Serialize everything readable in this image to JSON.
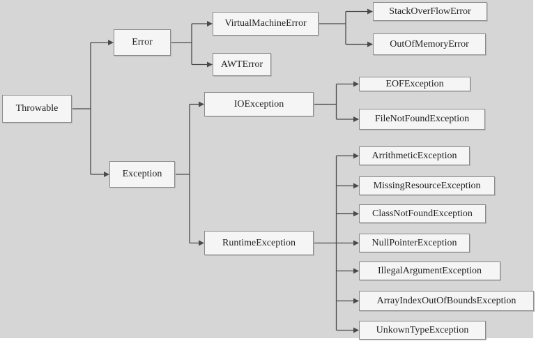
{
  "colors": {
    "background": "#d6d6d6",
    "node_fill": "#f5f5f5",
    "node_border": "#8a8a8a",
    "line": "#4a4a4a"
  },
  "nodes": {
    "throwable": "Throwable",
    "error": "Error",
    "exception": "Exception",
    "virtual_machine_error": "VirtualMachineError",
    "awt_error": "AWTError",
    "stack_overflow_error": "StackOverFlowError",
    "out_of_memory_error": "OutOfMemoryError",
    "io_exception": "IOException",
    "runtime_exception": "RuntimeException",
    "eof_exception": "EOFException",
    "file_not_found_exception": "FileNotFoundException",
    "arithmetic_exception": "ArrithmeticException",
    "missing_resource_exception": "MissingResourceException",
    "class_not_found_exception": "ClassNotFoundException",
    "null_pointer_exception": "NullPointerException",
    "illegal_argument_exception": "IllegalArgumentException",
    "array_index_out_of_bounds_exception": "ArrayIndexOutOfBoundsException",
    "unknown_type_exception": "UnkownTypeException"
  },
  "edges": [
    [
      "throwable",
      "error"
    ],
    [
      "throwable",
      "exception"
    ],
    [
      "error",
      "virtual_machine_error"
    ],
    [
      "error",
      "awt_error"
    ],
    [
      "virtual_machine_error",
      "stack_overflow_error"
    ],
    [
      "virtual_machine_error",
      "out_of_memory_error"
    ],
    [
      "exception",
      "io_exception"
    ],
    [
      "exception",
      "runtime_exception"
    ],
    [
      "io_exception",
      "eof_exception"
    ],
    [
      "io_exception",
      "file_not_found_exception"
    ],
    [
      "runtime_exception",
      "arithmetic_exception"
    ],
    [
      "runtime_exception",
      "missing_resource_exception"
    ],
    [
      "runtime_exception",
      "class_not_found_exception"
    ],
    [
      "runtime_exception",
      "null_pointer_exception"
    ],
    [
      "runtime_exception",
      "illegal_argument_exception"
    ],
    [
      "runtime_exception",
      "array_index_out_of_bounds_exception"
    ],
    [
      "runtime_exception",
      "unknown_type_exception"
    ]
  ]
}
